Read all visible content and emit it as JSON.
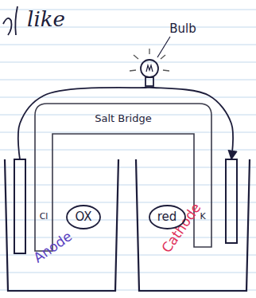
{
  "diagram": {
    "nodes": [
      {
        "text": [
          "Anode"
        ]
      },
      {
        "text": [
          "OX"
        ],
        "in": 0
      },
      {
        "text": [
          "Cathode"
        ]
      },
      {
        "text": [
          "red"
        ],
        "in": 2
      }
    ],
    "edges": [
      {
        "from": 0,
        "to": 2,
        "arrow": "to"
      }
    ],
    "labels": [
      "like",
      "Bulb",
      "Salt Bridge",
      "Cl",
      "K"
    ]
  }
}
